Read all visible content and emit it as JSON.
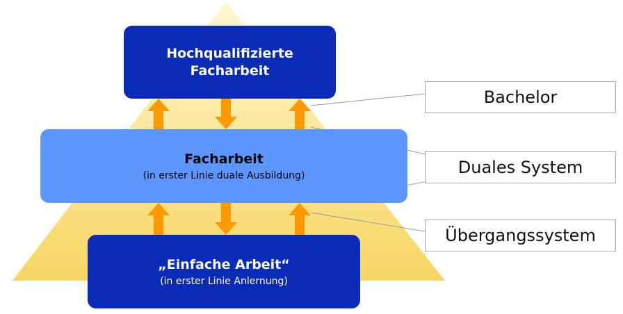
{
  "levels": {
    "top": {
      "title_line1": "Hochqualifizierte",
      "title_line2": "Facharbeit"
    },
    "middle": {
      "title": "Facharbeit",
      "subtitle": "(in erster Linie duale Ausbildung)"
    },
    "bottom": {
      "title": "„Einfache Arbeit“",
      "subtitle": "(in erster Linie Anlernung)"
    }
  },
  "callouts": {
    "bachelor": "Bachelor",
    "dual": "Duales System",
    "uebergang": "Übergangssystem"
  },
  "colors": {
    "pyramid_light": "#fdf3c4",
    "pyramid_dark": "#f6d562",
    "box_dark": "#0a2bb8",
    "box_light": "#5e96ff",
    "arrow": "#ff9900",
    "connector": "#9a9a9a"
  },
  "icons": {
    "arrows": [
      "arrow-up-icon",
      "arrow-down-icon"
    ]
  }
}
